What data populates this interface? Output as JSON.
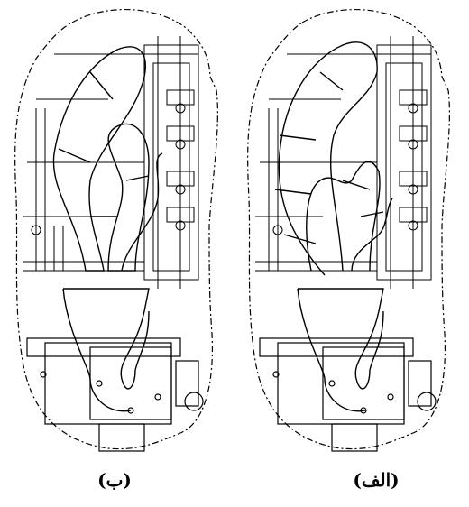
{
  "figure": {
    "panels": [
      {
        "id": "b",
        "caption": "(ب)"
      },
      {
        "id": "alef",
        "caption": "(الف)"
      }
    ]
  }
}
